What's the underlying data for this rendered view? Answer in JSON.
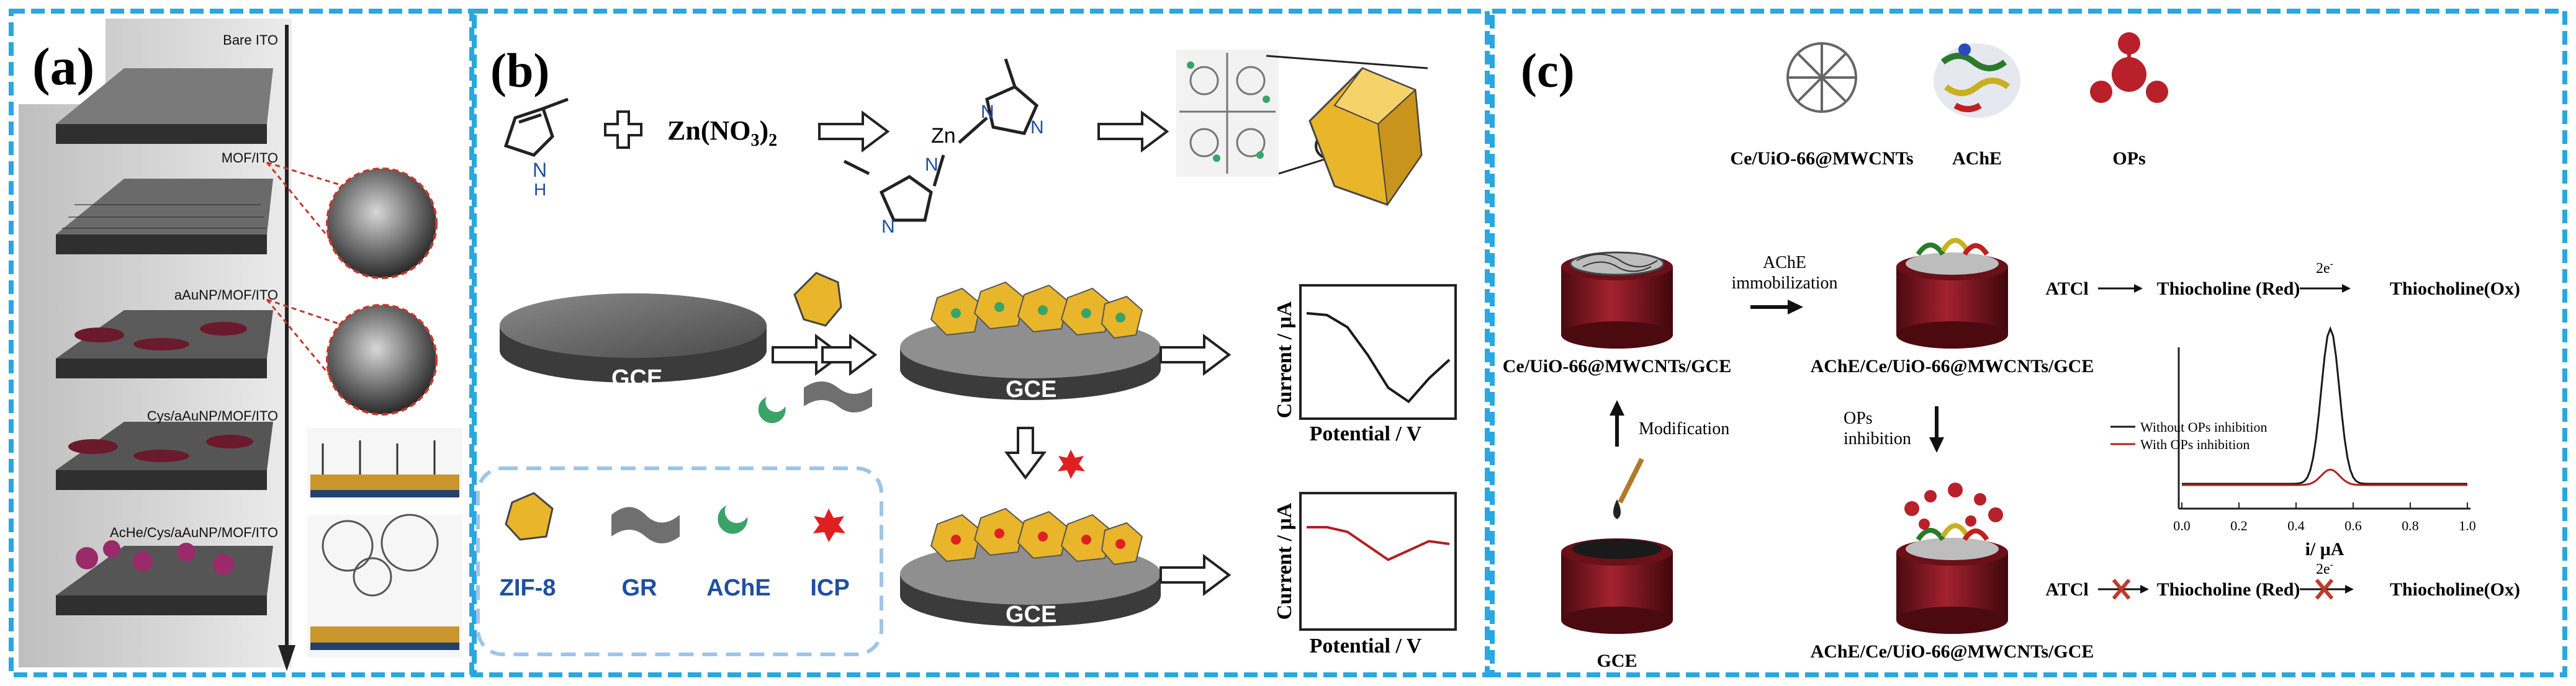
{
  "colors": {
    "panel_border": "#2aa7e0",
    "legend_border": "#9ec5e8",
    "zif_gold": "#e8b52b",
    "gce_dark": "#3b3b3b",
    "electrode_red": "#7d1420",
    "curve_black": "#1a1a1a",
    "curve_red": "#b02020",
    "label_blue": "#1f4fa0"
  },
  "panel_a": {
    "label": "(a)",
    "layers": [
      "Bare ITO",
      "MOF/ITO",
      "aAuNP/MOF/ITO",
      "Cys/aAuNP/MOF/ITO",
      "AcHe/Cys/aAuNP/MOF/ITO"
    ]
  },
  "panel_b": {
    "label": "(b)",
    "imidazole_nh": "N\nH",
    "plus": "+",
    "zinc_salt": "Zn(NO",
    "zinc_salt_sub3": "3",
    "zinc_salt_close": ")",
    "zinc_salt_sub2": "2",
    "zn_label": "Zn",
    "n_label": "N",
    "gce_label": "GCE",
    "ylabel": "Current / μA",
    "xlabel": "Potential / V",
    "legend": [
      "ZIF-8",
      "GR",
      "AChE",
      "ICP"
    ]
  },
  "panel_c": {
    "label": "(c)",
    "materials": [
      "Ce/UiO-66@MWCNTs",
      "AChE",
      "OPs"
    ],
    "electrode1": "Ce/UiO-66@MWCNTs/GCE",
    "electrode2": "AChE/Ce/UiO-66@MWCNTs/GCE",
    "electrode3": "AChE/Ce/UiO-66@MWCNTs/GCE",
    "gce": "GCE",
    "step_immob": "AChE\nimmobilization",
    "step_mod": "Modification",
    "step_ops": "OPs\ninhibition",
    "atcl": "ATCl",
    "thio_red": "Thiocholine (Red)",
    "thio_ox": "Thiocholine(Ox)",
    "two_e": "2e",
    "legend_without": "Without OPs inhibition",
    "legend_with": "With OPs inhibition",
    "xlabel": "i/ μA",
    "x_ticks": [
      "0.0",
      "0.2",
      "0.4",
      "0.6",
      "0.8",
      "1.0"
    ]
  },
  "chart_data": [
    {
      "type": "line",
      "xlabel": "Potential / V",
      "ylabel": "Current / μA",
      "series": [
        {
          "values": [
            0.0,
            -0.02,
            -0.15,
            -0.45,
            -0.8,
            -0.95,
            -0.7,
            -0.5
          ]
        }
      ]
    },
    {
      "type": "line",
      "xlabel": "Potential / V",
      "ylabel": "Current / μA",
      "series": [
        {
          "values": [
            0.0,
            0.0,
            -0.05,
            -0.2,
            -0.35,
            -0.25,
            -0.15,
            -0.18
          ]
        }
      ]
    },
    {
      "type": "line",
      "xlabel": "i/ μA",
      "x": [
        0.0,
        0.2,
        0.4,
        0.6,
        0.8,
        1.0
      ],
      "series": [
        {
          "name": "Without OPs inhibition",
          "peak_x": 0.52,
          "peak_y": 1.0
        },
        {
          "name": "With OPs inhibition",
          "peak_x": 0.52,
          "peak_y": 0.1
        }
      ]
    }
  ]
}
